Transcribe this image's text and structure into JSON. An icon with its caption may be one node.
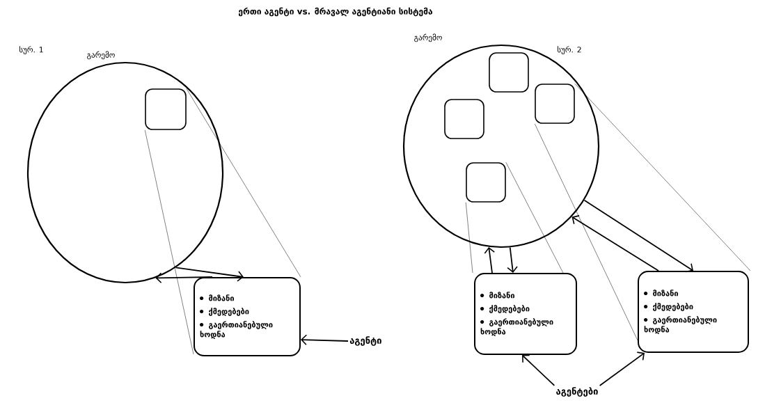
{
  "diagram": {
    "title": "ერთი აგენტი vs.  მრავალ აგენტიანი სისტემა",
    "nodes": [
      {
        "text": [
          "გარემო"
        ]
      },
      {
        "text": [],
        "shape": "box",
        "in": 0
      },
      {
        "text": [
          "მიზანი",
          "ქმედებები",
          "გაერთიანებული ხოდნა"
        ]
      },
      {
        "text": [
          "აგენტი"
        ]
      },
      {
        "text": [
          "გარემო"
        ]
      },
      {
        "text": [],
        "shape": "box",
        "in": 4
      },
      {
        "text": [],
        "shape": "box",
        "in": 4
      },
      {
        "text": [],
        "shape": "box",
        "in": 4
      },
      {
        "text": [],
        "shape": "box",
        "in": 4
      },
      {
        "text": [
          "მიზანი",
          "ქმედებები",
          "გაერთიანებული ხოდნა"
        ]
      },
      {
        "text": [
          "მიზანი",
          "ქმედებები",
          "გაერთიანებული ხოდნა"
        ]
      },
      {
        "text": [
          "აგენტები"
        ]
      }
    ],
    "edges": [
      {
        "from": 0,
        "to": 2,
        "arrow": "to"
      },
      {
        "from": 2,
        "to": 0,
        "arrow": "to"
      },
      {
        "from": 1,
        "to": 2,
        "arrow": "none"
      },
      {
        "from": 1,
        "to": 2,
        "arrow": "none"
      },
      {
        "from": 3,
        "to": 2,
        "arrow": "to"
      },
      {
        "from": 4,
        "to": 9,
        "arrow": "to"
      },
      {
        "from": 9,
        "to": 4,
        "arrow": "to"
      },
      {
        "from": 4,
        "to": 10,
        "arrow": "to"
      },
      {
        "from": 10,
        "to": 4,
        "arrow": "to"
      },
      {
        "from": 8,
        "to": 9,
        "arrow": "none"
      },
      {
        "from": 8,
        "to": 9,
        "arrow": "none"
      },
      {
        "from": 6,
        "to": 10,
        "arrow": "none"
      },
      {
        "from": 6,
        "to": 10,
        "arrow": "none"
      },
      {
        "from": 11,
        "to": 9,
        "arrow": "to"
      },
      {
        "from": 11,
        "to": 10,
        "arrow": "to"
      }
    ],
    "labels": [
      "სურ. 1",
      "სურ. 2"
    ]
  }
}
